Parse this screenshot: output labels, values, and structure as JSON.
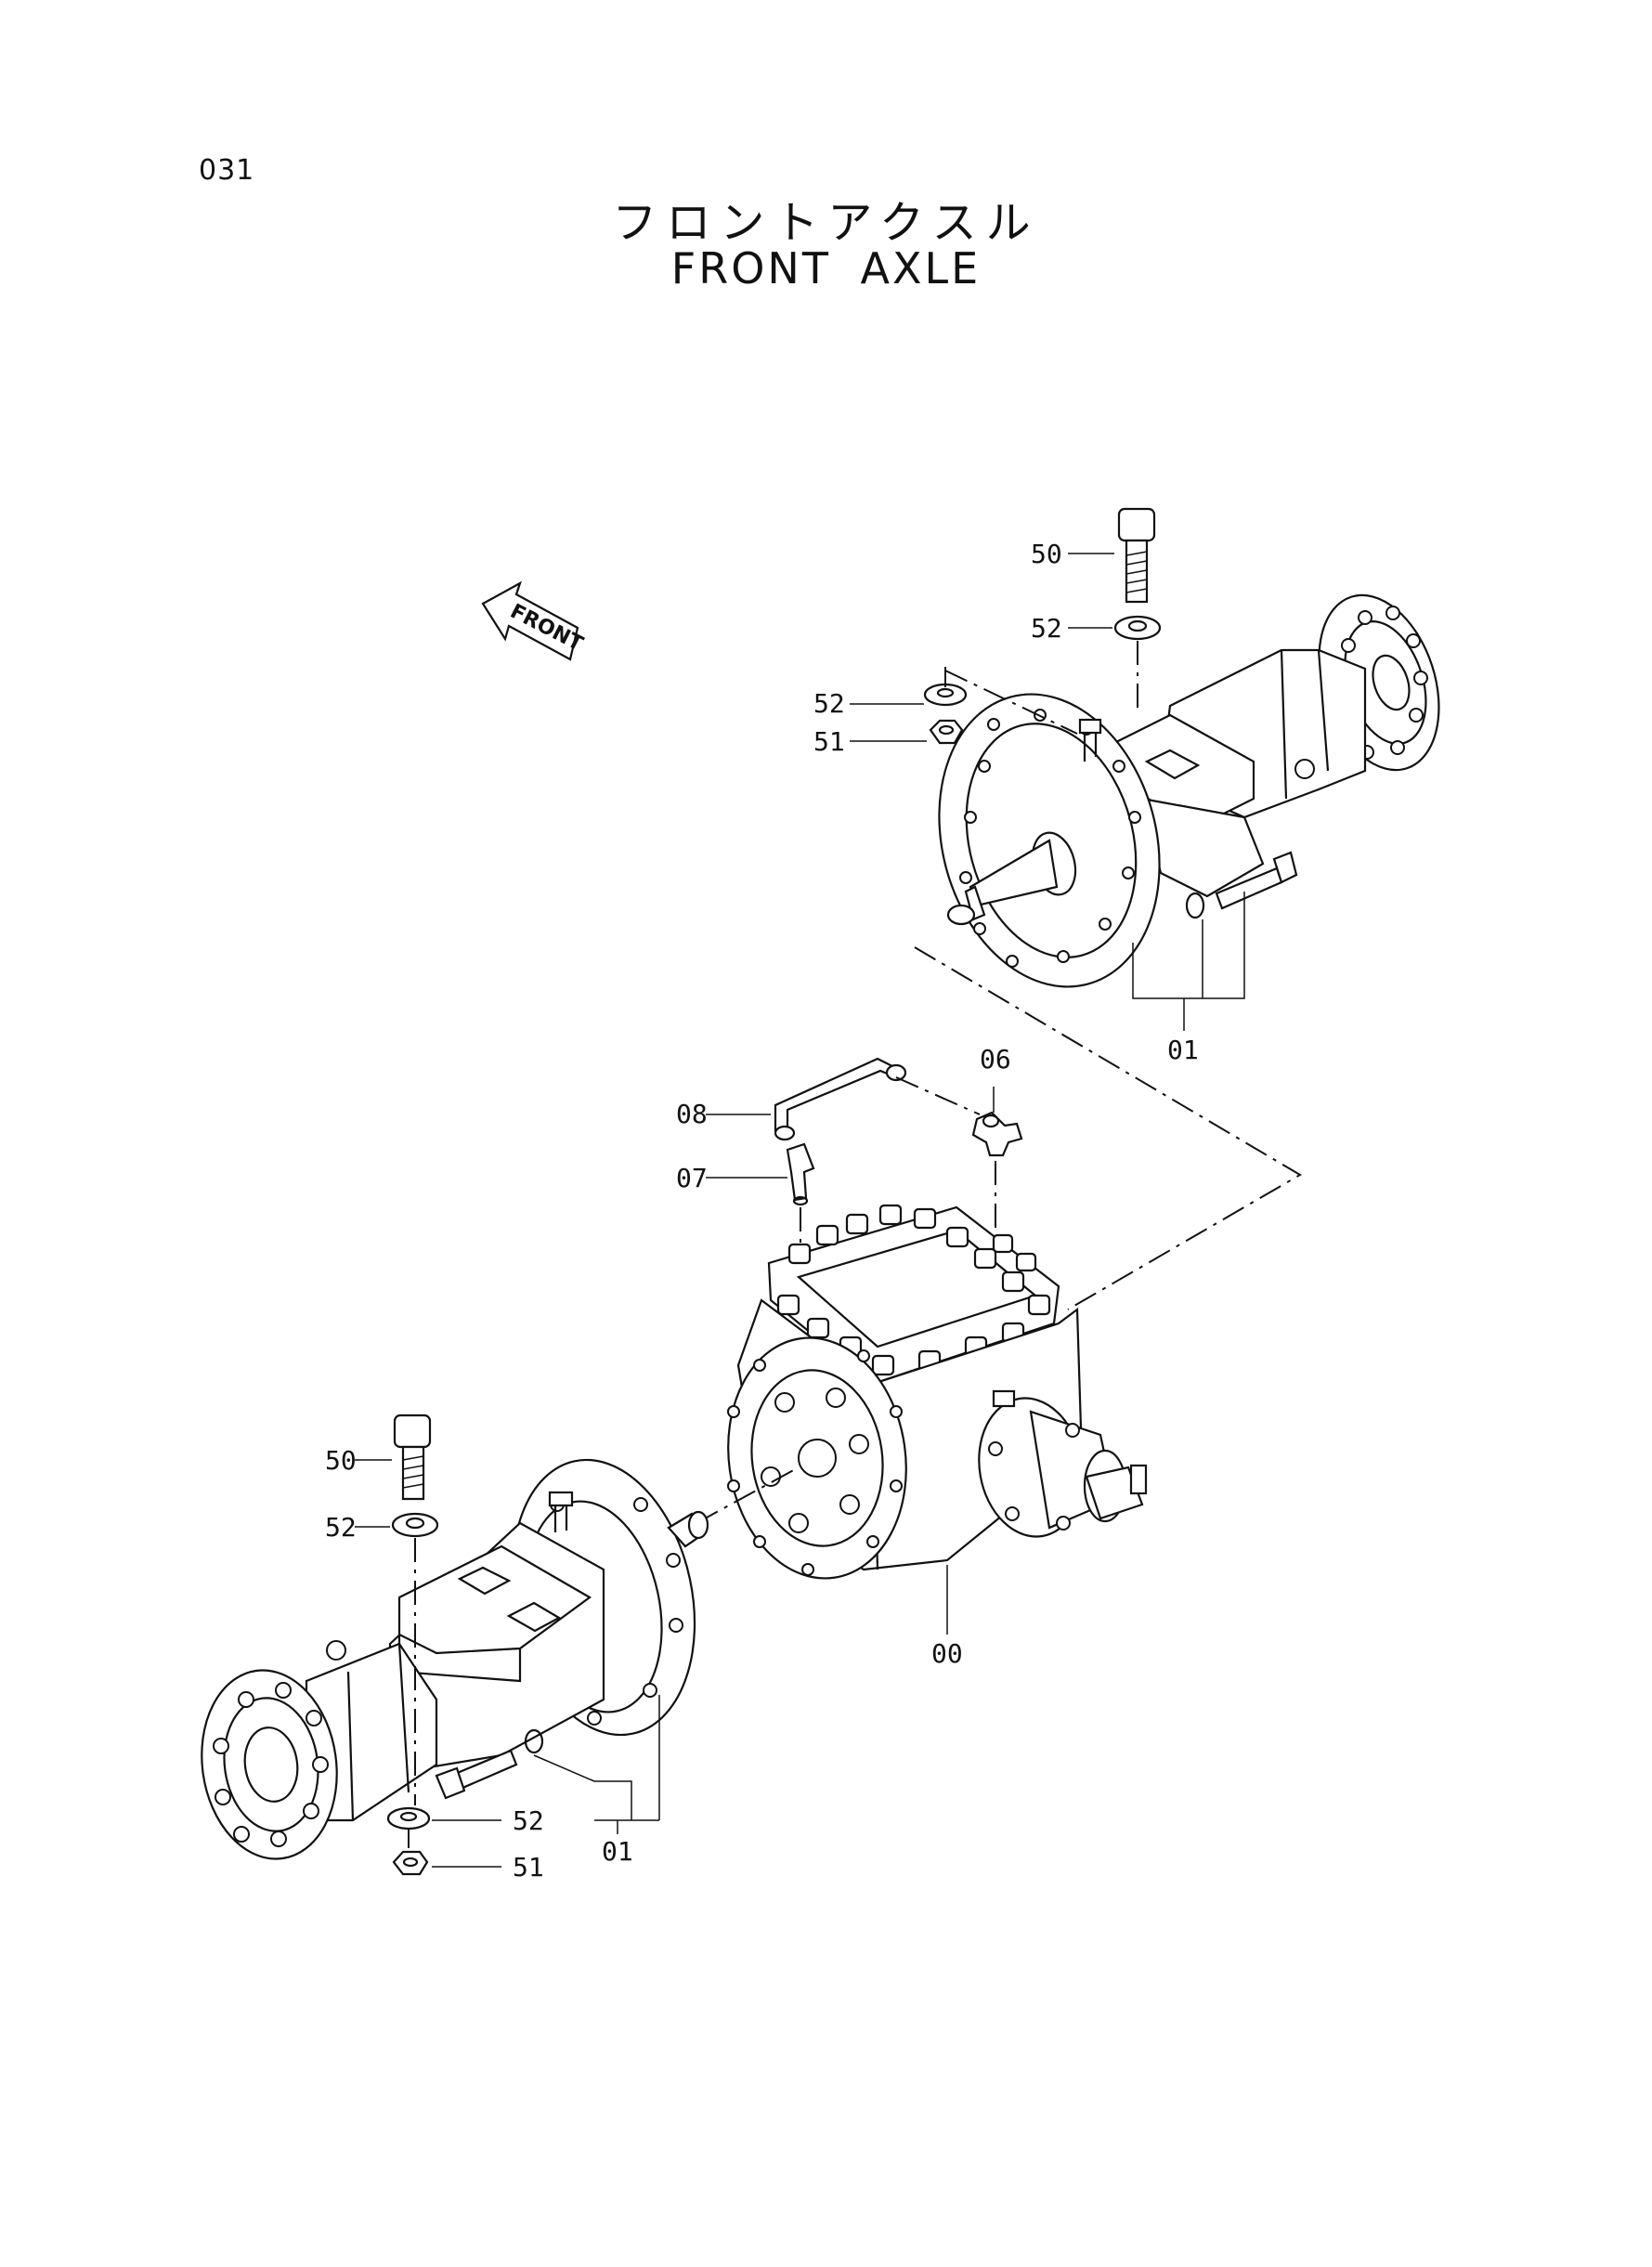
{
  "page_number": "031",
  "title_jp": "フロントアクスル",
  "title_en": "FRONT  AXLE",
  "direction_arrow": "FRONT",
  "callouts": {
    "upper_50": "50",
    "upper_52_bolt": "52",
    "upper_52_nut": "52",
    "upper_51": "51",
    "upper_01": "01",
    "tube_08": "08",
    "tube_07": "07",
    "tube_06": "06",
    "center_00": "00",
    "lower_50": "50",
    "lower_52_top": "52",
    "lower_52_bottom": "52",
    "lower_51": "51",
    "lower_01": "01"
  }
}
